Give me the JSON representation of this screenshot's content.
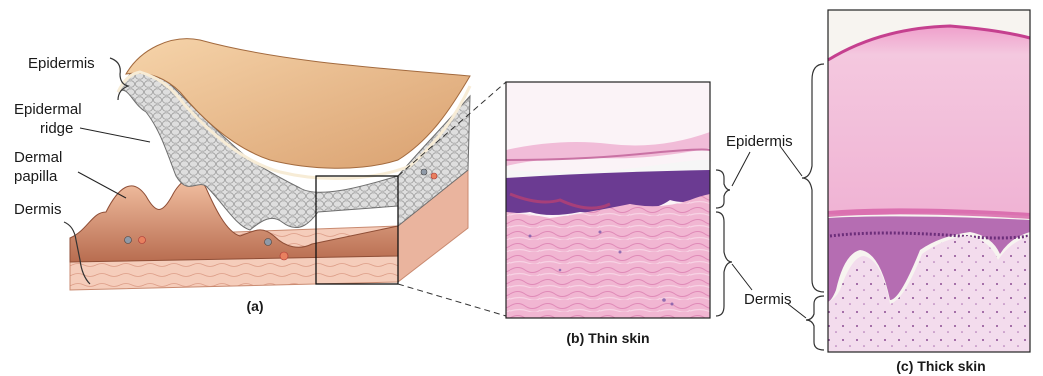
{
  "panel_a": {
    "labels": {
      "epidermis": "Epidermis",
      "epidermal_ridge_line1": "Epidermal",
      "epidermal_ridge_line2": "ridge",
      "dermal_papilla_line1": "Dermal",
      "dermal_papilla_line2": "papilla",
      "dermis": "Dermis"
    },
    "caption": "(a)"
  },
  "panel_b": {
    "caption": "(b) Thin skin",
    "labels": {
      "epidermis": "Epidermis",
      "dermis": "Dermis"
    }
  },
  "panel_c": {
    "caption": "(c) Thick skin"
  },
  "colors": {
    "dermis_block": "#f3c9b6",
    "dermis_top": "#d99a7c",
    "epidermis_cells": "#dcdcdc",
    "surface": "#e8b98a",
    "stain_pink": "#e9a8c8",
    "stain_purple": "#8a3d8c",
    "keratin": "#f2bfdc"
  }
}
